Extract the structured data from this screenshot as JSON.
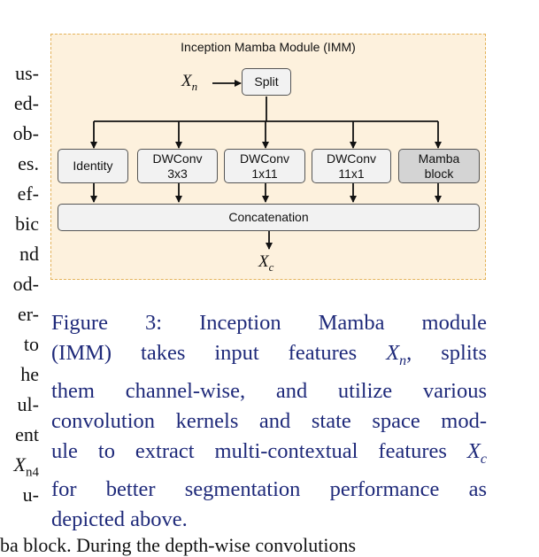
{
  "left_fragments": [
    "us-",
    "ed-",
    "ob-",
    "es.",
    "ef-",
    "bic",
    "nd",
    "od-",
    "er-",
    "to",
    "he",
    "ul-",
    "ent",
    "X",
    "n4",
    "u-"
  ],
  "bottom_text": "ba block. During the depth-wise convolutions",
  "figure": {
    "title": "Inception Mamba Module (IMM)",
    "input_var": "X",
    "input_sub": "n",
    "split_label": "Split",
    "branches": [
      {
        "line1": "Identity",
        "line2": ""
      },
      {
        "line1": "DWConv",
        "line2": "3x3"
      },
      {
        "line1": "DWConv",
        "line2": "1x11"
      },
      {
        "line1": "DWConv",
        "line2": "11x1"
      },
      {
        "line1": "Mamba",
        "line2": "block"
      }
    ],
    "concat_label": "Concatenation",
    "output_var": "X",
    "output_sub": "c"
  },
  "caption": {
    "l1": "Figure 3:  Inception Mamba module",
    "l2_pre": "(IMM) takes input features ",
    "l2_var": "X",
    "l2_sub": "n",
    "l2_post": ", splits",
    "l3": "them channel-wise, and utilize various",
    "l4": "convolution kernels and state space mod-",
    "l5_pre": "ule to extract multi-contextual features ",
    "l5_var": "X",
    "l5_sub": "c",
    "l6": "for better segmentation performance as",
    "l7": "depicted above."
  },
  "colors": {
    "caption": "#1f2a7a",
    "figure_bg": "#fdf1dd",
    "figure_border": "#e4b35a",
    "mamba_block": "#d4d4d4"
  }
}
